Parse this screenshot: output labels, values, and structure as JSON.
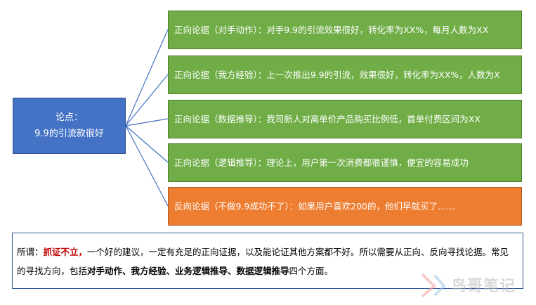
{
  "claim": {
    "title": "论点：",
    "text": "9.9的引流款很好"
  },
  "arguments": [
    {
      "text": "正向论据（对手动作）：对手9.9的引流效果很好，转化率为XX%，每月人数为XX",
      "kind": "positive"
    },
    {
      "text": "正向论据（我方经验）：上一次推出9.9的引流，效果很好，转化率为XX%，人数为X",
      "kind": "positive"
    },
    {
      "text": "正向论据（数据推导）：我司新人对高单价产品购买比例低，首单付费区间为XX",
      "kind": "positive"
    },
    {
      "text": "正向论据（逻辑推导）：理论上，用户第一次消费都很谨慎，便宜的容易成功",
      "kind": "positive"
    },
    {
      "text": "反向论据（不做9.9成功不了）：如果用户喜欢200的，他们早就买了……",
      "kind": "negative"
    }
  ],
  "note": {
    "prefix": "所谓：",
    "highlight": "抓证不立，",
    "text1": "一个好的建议，一定有充足的正向证据，以及能论证其他方案都不好。所以需要从正向、反向寻找论据。常见的寻找方向，包括",
    "bold_terms": "对手动作、我方经验、业务逻辑推导、数据逻辑推导",
    "text2": "四个方面。"
  },
  "watermark": {
    "icon": "share-logo-icon",
    "text": "鸟哥笔记"
  },
  "colors": {
    "claim": "#4472c4",
    "positive": "#70ad47",
    "negative": "#ed7d31",
    "connector": "#4472c4",
    "highlight": "#c00000"
  }
}
